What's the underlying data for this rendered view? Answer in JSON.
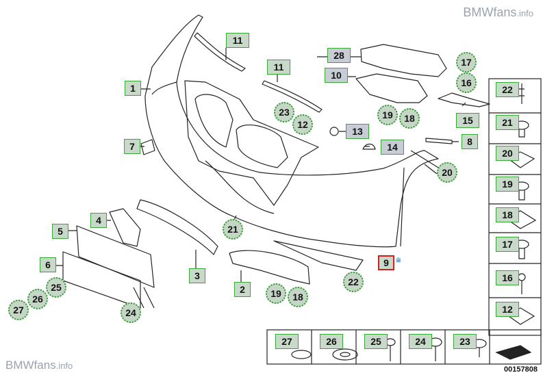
{
  "watermark": {
    "brand": "BMW",
    "rest": "fans",
    "tld": ".info"
  },
  "document_number": "00157808",
  "separator_symbol": "⩧",
  "part_labels": [
    {
      "id": "1",
      "num": "1",
      "shape": "square"
    },
    {
      "id": "2",
      "num": "2",
      "shape": "square"
    },
    {
      "id": "3",
      "num": "3",
      "shape": "square"
    },
    {
      "id": "4",
      "num": "4",
      "shape": "square"
    },
    {
      "id": "5",
      "num": "5",
      "shape": "square"
    },
    {
      "id": "6",
      "num": "6",
      "shape": "square"
    },
    {
      "id": "7",
      "num": "7",
      "shape": "square"
    },
    {
      "id": "8",
      "num": "8",
      "shape": "square"
    },
    {
      "id": "9",
      "num": "9",
      "shape": "square",
      "highlight": true
    },
    {
      "id": "10",
      "num": "10",
      "shape": "square"
    },
    {
      "id": "11a",
      "num": "11",
      "shape": "square"
    },
    {
      "id": "11b",
      "num": "11",
      "shape": "square"
    },
    {
      "id": "12",
      "num": "12",
      "shape": "circle"
    },
    {
      "id": "13",
      "num": "13",
      "shape": "square"
    },
    {
      "id": "14",
      "num": "14",
      "shape": "square"
    },
    {
      "id": "15",
      "num": "15",
      "shape": "square"
    },
    {
      "id": "16",
      "num": "16",
      "shape": "circle"
    },
    {
      "id": "17",
      "num": "17",
      "shape": "circle"
    },
    {
      "id": "18a",
      "num": "18",
      "shape": "circle"
    },
    {
      "id": "18b",
      "num": "18",
      "shape": "circle"
    },
    {
      "id": "19a",
      "num": "19",
      "shape": "circle"
    },
    {
      "id": "19b",
      "num": "19",
      "shape": "circle"
    },
    {
      "id": "20",
      "num": "20",
      "shape": "circle"
    },
    {
      "id": "21",
      "num": "21",
      "shape": "circle"
    },
    {
      "id": "22",
      "num": "22",
      "shape": "circle"
    },
    {
      "id": "23",
      "num": "23",
      "shape": "circle"
    },
    {
      "id": "24",
      "num": "24",
      "shape": "circle"
    },
    {
      "id": "25",
      "num": "25",
      "shape": "circle"
    },
    {
      "id": "26",
      "num": "26",
      "shape": "circle"
    },
    {
      "id": "27",
      "num": "27",
      "shape": "circle"
    },
    {
      "id": "28",
      "num": "28",
      "shape": "square"
    }
  ],
  "side_panel": [
    "22",
    "21",
    "20",
    "19",
    "18",
    "17",
    "16",
    "12"
  ],
  "bottom_row": [
    "27",
    "26",
    "25",
    "24",
    "23"
  ],
  "colors": {
    "label_fill": "#c9d9c9",
    "label_border": "#33a833",
    "highlight_border": "#d21e1e",
    "line": "#222222"
  }
}
